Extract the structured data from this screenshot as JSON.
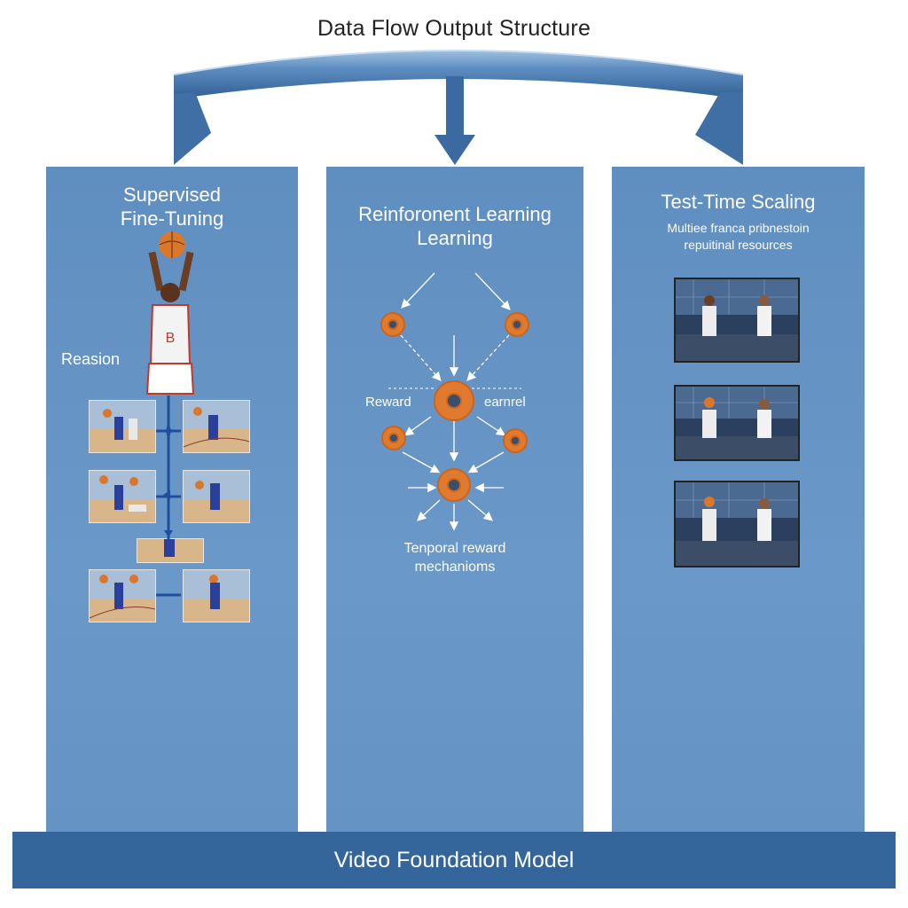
{
  "title": "Data Flow Output Structure",
  "columns": [
    {
      "title_lines": [
        "Supervised",
        "Fine-Tuning"
      ],
      "side_label": "Reasion"
    },
    {
      "title_lines": [
        "Reinforonent Learning",
        "Learning"
      ],
      "left_node_label": "Reward",
      "right_node_label": "earnrel",
      "caption_lines": [
        "Tenporal reward",
        "mechanioms"
      ]
    },
    {
      "title_lines": [
        "Test-Time Scaling"
      ],
      "subtitle_lines": [
        "Multiee franca pribnestoin",
        "repuitinal resources"
      ]
    }
  ],
  "base_label": "Video Foundation Model",
  "player_jersey": "B",
  "colors": {
    "panel": "#6593c4",
    "base": "#35669b",
    "arch": "#3f6fa5",
    "node": "#e07a2e",
    "node_core": "#3b4f6a"
  }
}
